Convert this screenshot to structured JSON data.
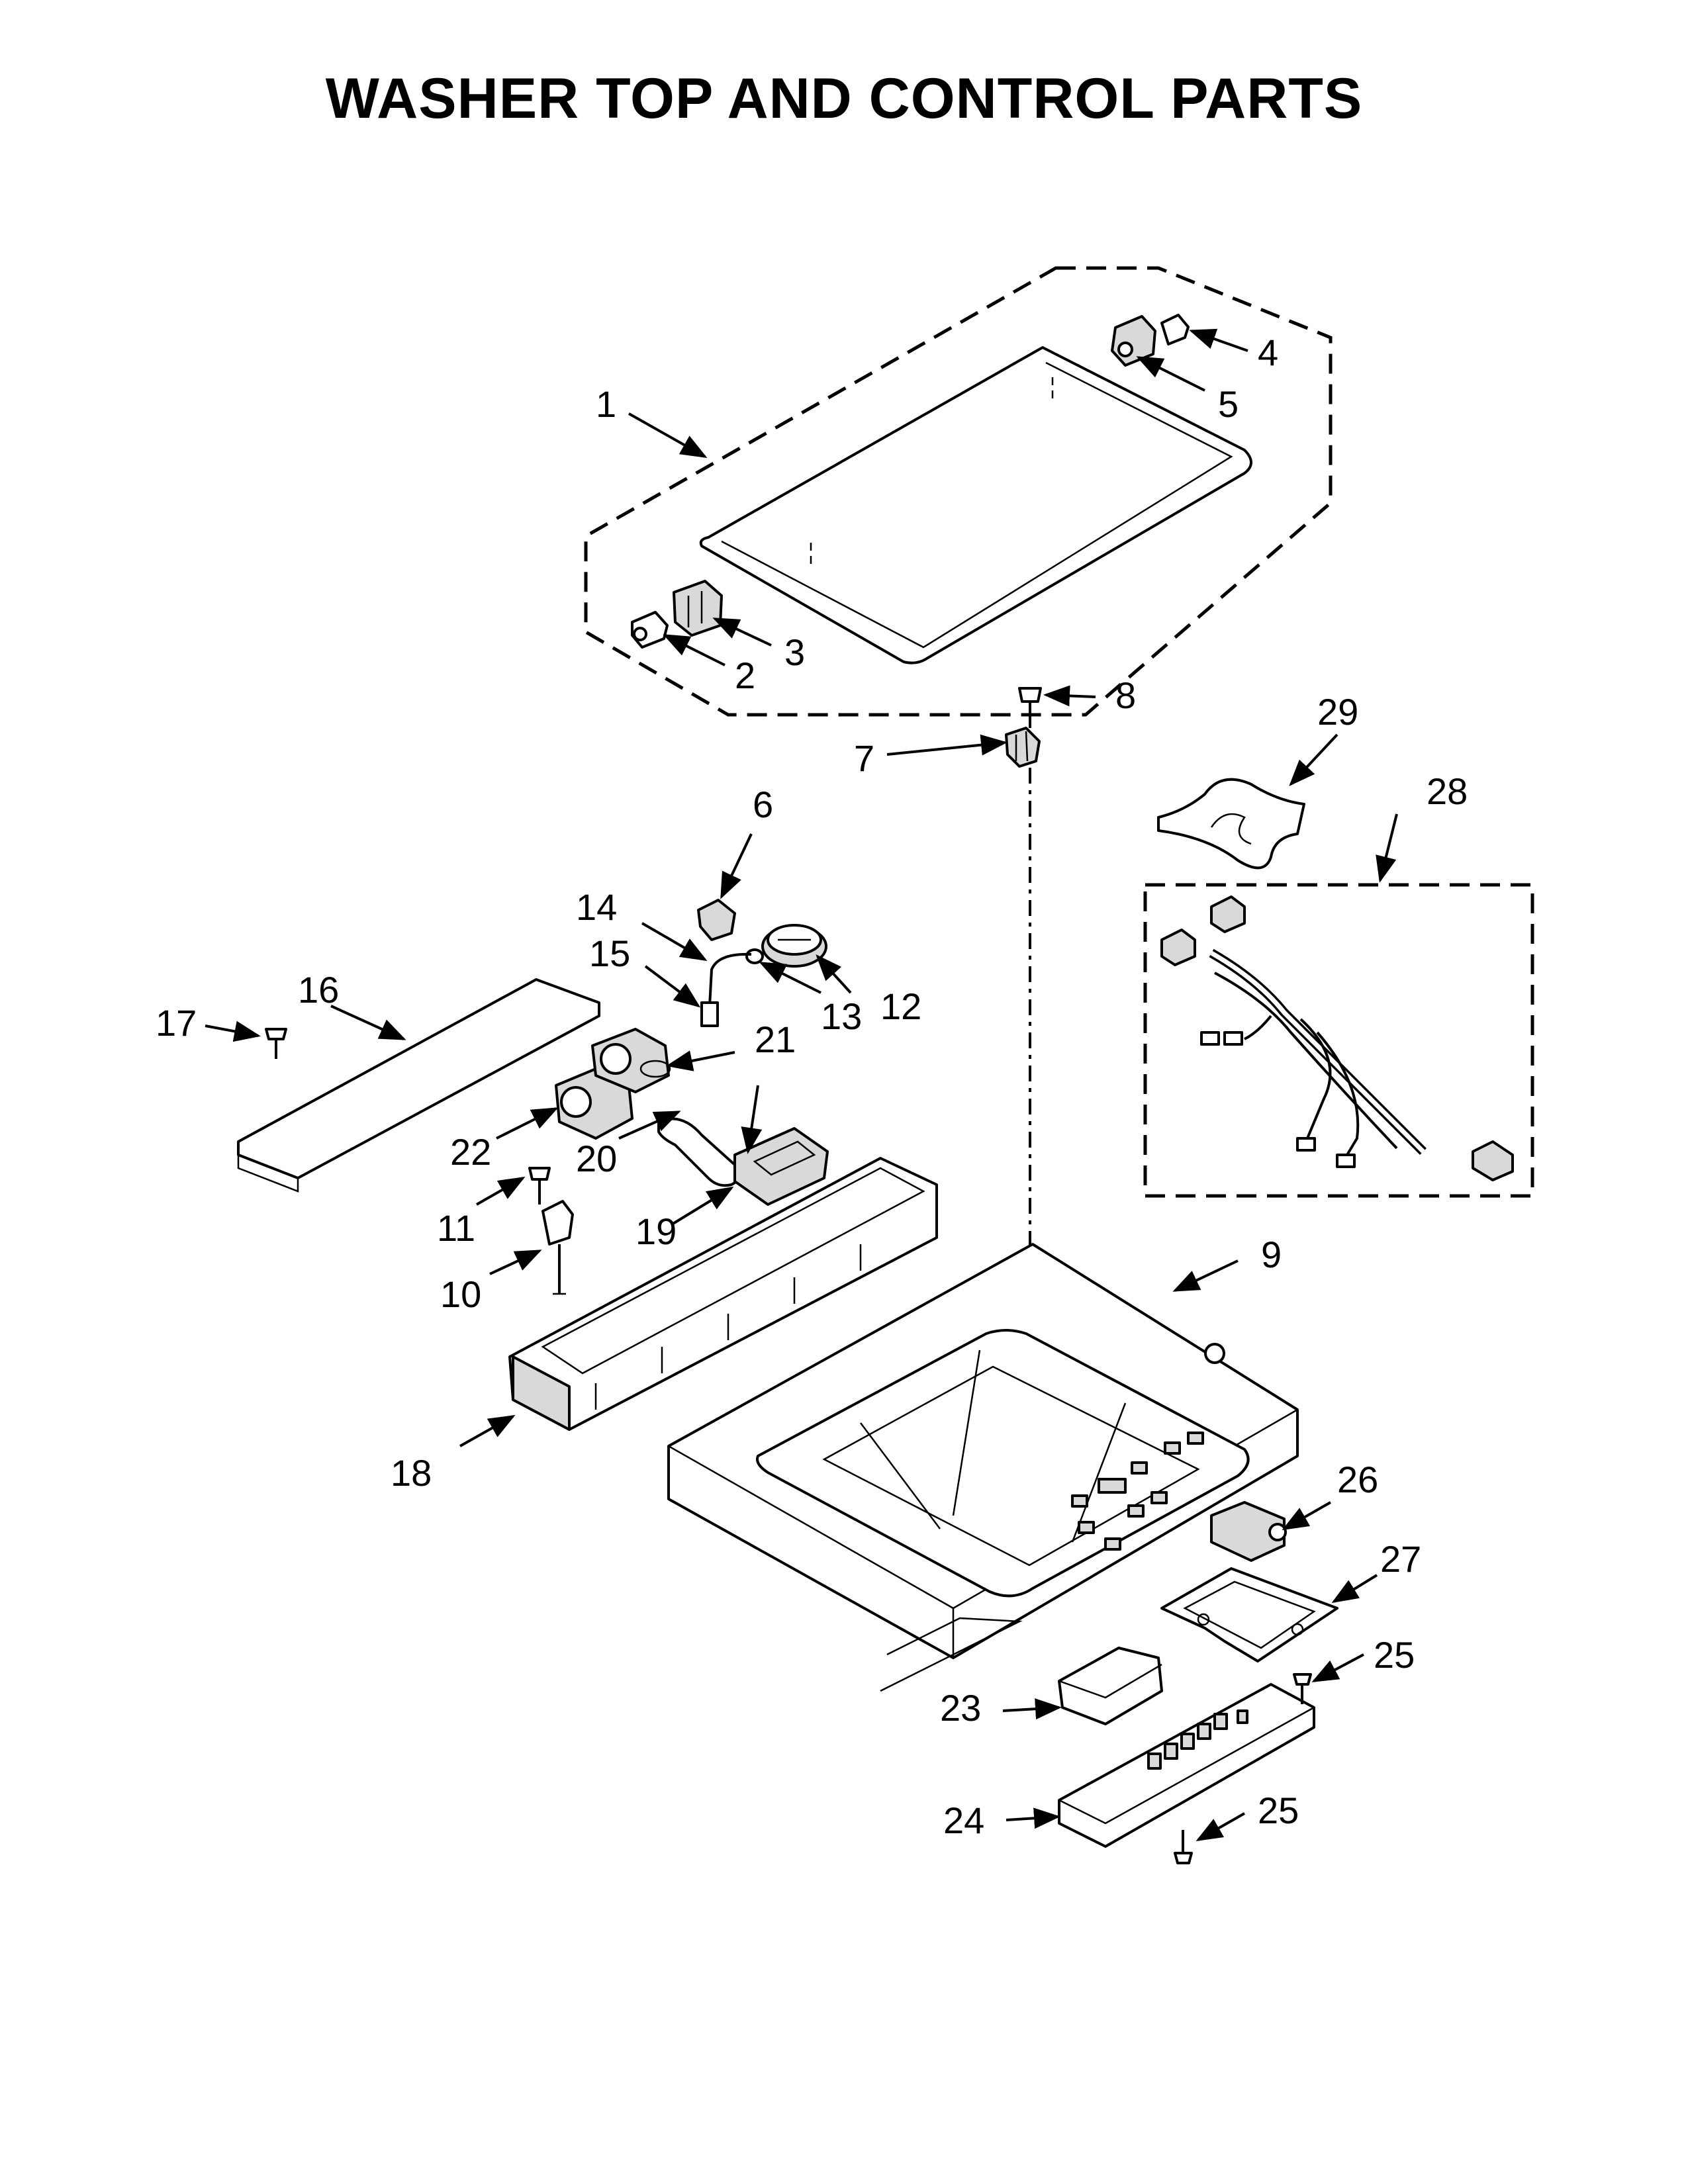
{
  "title": "WASHER TOP AND CONTROL PARTS",
  "callouts": [
    "1",
    "2",
    "3",
    "4",
    "5",
    "6",
    "7",
    "8",
    "9",
    "10",
    "11",
    "12",
    "13",
    "14",
    "15",
    "16",
    "17",
    "18",
    "19",
    "20",
    "21",
    "22",
    "23",
    "24",
    "25",
    "26",
    "27",
    "28",
    "29",
    "25"
  ]
}
